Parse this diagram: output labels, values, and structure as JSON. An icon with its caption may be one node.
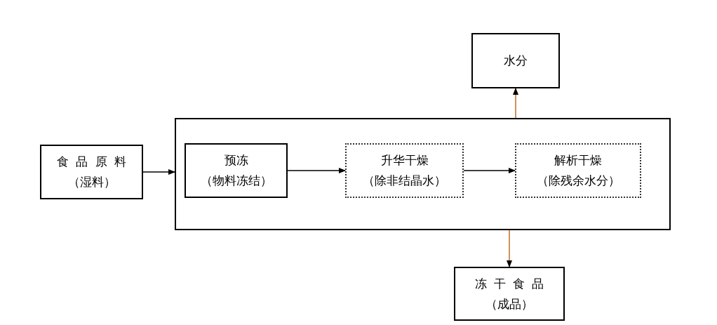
{
  "diagram": {
    "nodes": [
      {
        "text": [
          "食品原料",
          "（湿料）"
        ]
      },
      {
        "text": [],
        "shape": "box"
      },
      {
        "text": [
          "预冻",
          "（物料冻结）"
        ],
        "in": 1
      },
      {
        "text": [
          "升华干燥",
          "（除非结晶水）"
        ],
        "in": 1
      },
      {
        "text": [
          "解析干燥",
          "（除残余水分）"
        ],
        "in": 1
      },
      {
        "text": [
          "水分"
        ]
      },
      {
        "text": [
          "冻干食品",
          "（成品）"
        ]
      }
    ],
    "edges": [
      {
        "from": 0,
        "to": 1,
        "arrow": "to"
      },
      {
        "from": 2,
        "to": 3,
        "arrow": "to"
      },
      {
        "from": 3,
        "to": 4,
        "arrow": "to"
      },
      {
        "from": 1,
        "to": 5,
        "arrow": "to",
        "color": "#c07020"
      },
      {
        "from": 1,
        "to": 6,
        "arrow": "to",
        "color": "#c07020"
      }
    ]
  }
}
